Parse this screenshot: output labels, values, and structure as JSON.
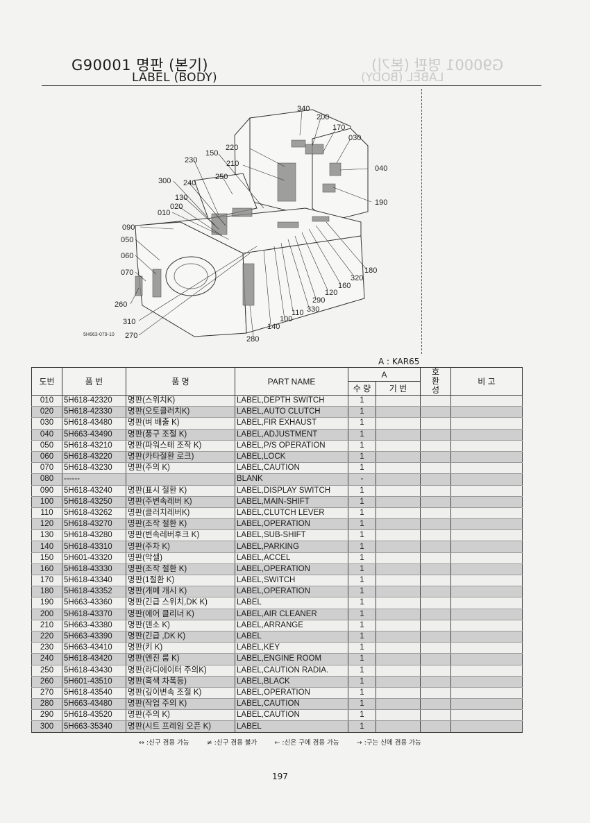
{
  "header": {
    "code_ko": "G90001 명판 (본기)",
    "title_en": "LABEL (BODY)"
  },
  "diagram": {
    "figure_code": "5H663-079-10",
    "callouts": [
      "340",
      "200",
      "170",
      "030",
      "220",
      "150",
      "230",
      "210",
      "040",
      "250",
      "300",
      "240",
      "190",
      "130",
      "020",
      "010",
      "090",
      "050",
      "060",
      "070",
      "260",
      "310",
      "270",
      "280",
      "140",
      "100",
      "110",
      "330",
      "290",
      "120",
      "160",
      "320",
      "180"
    ]
  },
  "model_ref": "A : KAR65",
  "table": {
    "headers": {
      "no": "도번",
      "part_no": "품 번",
      "name_ko": "품 명",
      "part_name": "PART NAME",
      "group_a": "A",
      "qty": "수 량",
      "base": "기 번",
      "compat": "호환성",
      "remark": "비 고"
    },
    "rows": [
      {
        "no": "010",
        "part": "5H618-42320",
        "ko": "명판(스위치K)",
        "en": "LABEL,DEPTH SWITCH",
        "qty": "1"
      },
      {
        "no": "020",
        "part": "5H618-42330",
        "ko": "명판(오토클러치K)",
        "en": "LABEL,AUTO CLUTCH",
        "qty": "1"
      },
      {
        "no": "030",
        "part": "5H618-43480",
        "ko": "명판(벼 배출 K)",
        "en": "LABEL,FIR EXHAUST",
        "qty": "1"
      },
      {
        "no": "040",
        "part": "5H663-43490",
        "ko": "명판(풍구 조절 K)",
        "en": "LABEL,ADJUSTMENT",
        "qty": "1"
      },
      {
        "no": "050",
        "part": "5H618-43210",
        "ko": "명판(파워스테 조작 K)",
        "en": "LABEL,P/S OPERATION",
        "qty": "1"
      },
      {
        "no": "060",
        "part": "5H618-43220",
        "ko": "명판(카타절환 로크)",
        "en": "LABEL,LOCK",
        "qty": "1"
      },
      {
        "no": "070",
        "part": "5H618-43230",
        "ko": "명판(주의 K)",
        "en": "LABEL,CAUTION",
        "qty": "1"
      },
      {
        "no": "080",
        "part": "------",
        "ko": "",
        "en": "BLANK",
        "qty": "-"
      },
      {
        "no": "090",
        "part": "5H618-43240",
        "ko": "명판(표시 절환 K)",
        "en": "LABEL,DISPLAY SWITCH",
        "qty": "1"
      },
      {
        "no": "100",
        "part": "5H618-43250",
        "ko": "명판(주변속레버 K)",
        "en": "LABEL,MAIN-SHIFT",
        "qty": "1"
      },
      {
        "no": "110",
        "part": "5H618-43262",
        "ko": "명판(클러치레버K)",
        "en": "LABEL,CLUTCH LEVER",
        "qty": "1"
      },
      {
        "no": "120",
        "part": "5H618-43270",
        "ko": "명판(조작 절환 K)",
        "en": "LABEL,OPERATION",
        "qty": "1"
      },
      {
        "no": "130",
        "part": "5H618-43280",
        "ko": "명판(변속레버후크 K)",
        "en": "LABEL,SUB-SHIFT",
        "qty": "1"
      },
      {
        "no": "140",
        "part": "5H618-43310",
        "ko": "명판(주차 K)",
        "en": "LABEL,PARKING",
        "qty": "1"
      },
      {
        "no": "150",
        "part": "5H601-43320",
        "ko": "명판(악셀)",
        "en": "LABEL,ACCEL",
        "qty": "1"
      },
      {
        "no": "160",
        "part": "5H618-43330",
        "ko": "명판(조작 절환 K)",
        "en": "LABEL,OPERATION",
        "qty": "1"
      },
      {
        "no": "170",
        "part": "5H618-43340",
        "ko": "명판(1절환 K)",
        "en": "LABEL,SWITCH",
        "qty": "1"
      },
      {
        "no": "180",
        "part": "5H618-43352",
        "ko": "명판(개폐 개시 K)",
        "en": "LABEL,OPERATION",
        "qty": "1"
      },
      {
        "no": "190",
        "part": "5H663-43360",
        "ko": "명판(긴급 스위치,DK K)",
        "en": "LABEL",
        "qty": "1"
      },
      {
        "no": "200",
        "part": "5H618-43370",
        "ko": "명판(에어 클리너 K)",
        "en": "LABEL,AIR CLEANER",
        "qty": "1"
      },
      {
        "no": "210",
        "part": "5H663-43380",
        "ko": "명판(덴소 K)",
        "en": "LABEL,ARRANGE",
        "qty": "1"
      },
      {
        "no": "220",
        "part": "5H663-43390",
        "ko": "명판(긴급 ,DK K)",
        "en": "LABEL",
        "qty": "1"
      },
      {
        "no": "230",
        "part": "5H663-43410",
        "ko": "명판(키 K)",
        "en": "LABEL,KEY",
        "qty": "1"
      },
      {
        "no": "240",
        "part": "5H618-43420",
        "ko": "명판(엔진 룸 K)",
        "en": "LABEL,ENGINE ROOM",
        "qty": "1"
      },
      {
        "no": "250",
        "part": "5H618-43430",
        "ko": "명판(라디에이터 주의K)",
        "en": "LABEL,CAUTION RADIA.",
        "qty": "1"
      },
      {
        "no": "260",
        "part": "5H601-43510",
        "ko": "명판(흑색 차폭등)",
        "en": "LABEL,BLACK",
        "qty": "1"
      },
      {
        "no": "270",
        "part": "5H618-43540",
        "ko": "명판(깊이변속 조절 K)",
        "en": "LABEL,OPERATION",
        "qty": "1"
      },
      {
        "no": "280",
        "part": "5H663-43480",
        "ko": "명판(작업 주의 K)",
        "en": "LABEL,CAUTION",
        "qty": "1"
      },
      {
        "no": "290",
        "part": "5H618-43520",
        "ko": "명판(주의 K)",
        "en": "LABEL,CAUTION",
        "qty": "1"
      },
      {
        "no": "300",
        "part": "5H663-35340",
        "ko": "명판(시트 프레임 오픈 K)",
        "en": "LABEL",
        "qty": "1"
      }
    ]
  },
  "legend": [
    "↔ :신구 겸용 가능",
    "≠ :신구 겸용 불가",
    "← :신은 구에 겸용 가능",
    "→ :구는 신에 겸용 가능"
  ],
  "page_number": "197"
}
